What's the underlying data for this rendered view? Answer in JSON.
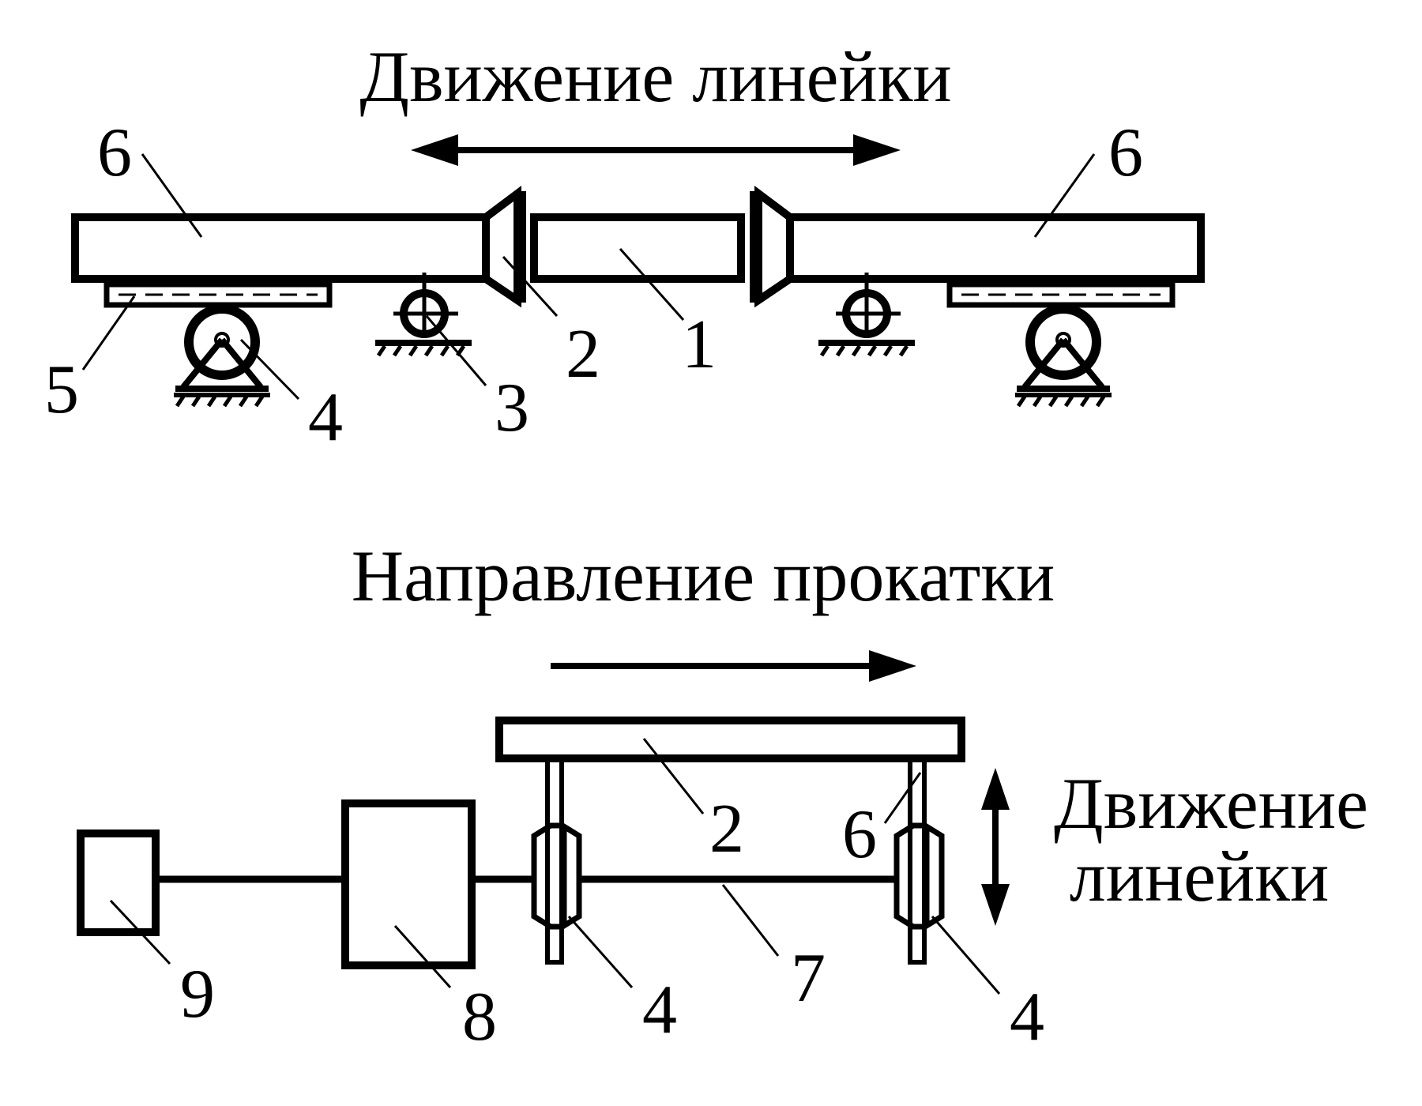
{
  "top": {
    "caption": "Движение линейки",
    "labels": {
      "n6_left": "6",
      "n6_right": "6",
      "n5": "5",
      "n4": "4",
      "n3": "3",
      "n2": "2",
      "n1": "1"
    }
  },
  "bottom": {
    "caption": "Направление прокатки",
    "side_caption_line1": "Движение",
    "side_caption_line2": "линейки",
    "labels": {
      "n2": "2",
      "n6": "6",
      "n9": "9",
      "n8": "8",
      "n4_left": "4",
      "n7": "7",
      "n4_right": "4"
    }
  },
  "colors": {
    "ink": "#000000",
    "paper": "#ffffff"
  }
}
